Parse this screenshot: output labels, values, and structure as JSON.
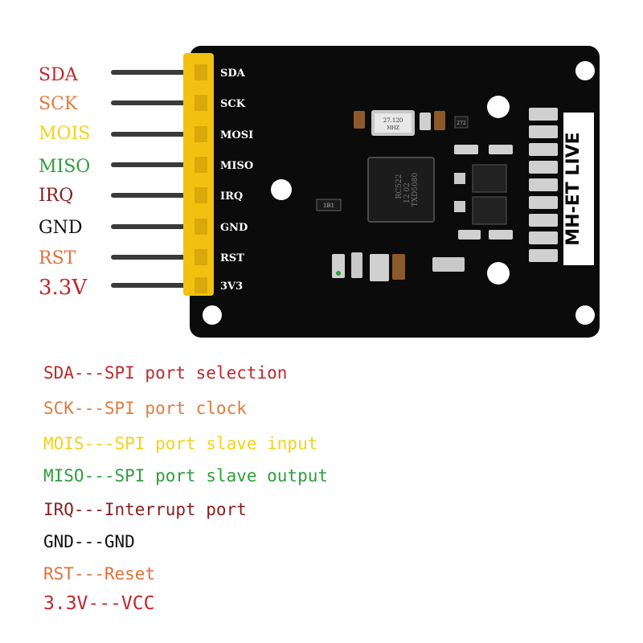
{
  "colors": {
    "sda": "#c0282a",
    "sck": "#e07b3c",
    "mois": "#f2d21a",
    "miso": "#2e9e3a",
    "irq": "#8b1d1d",
    "gnd": "#111111",
    "rst": "#e0703a",
    "v33": "#c0282a",
    "board": "#0b0b0b",
    "header": "#f2c10f",
    "pin": "#3a3a3a"
  },
  "pins": [
    {
      "label": "SDA",
      "board_label": "SDA",
      "color": "sda"
    },
    {
      "label": "SCK",
      "board_label": "SCK",
      "color": "sck"
    },
    {
      "label": "MOIS",
      "board_label": "MOSI",
      "color": "mois"
    },
    {
      "label": "MISO",
      "board_label": "MISO",
      "color": "miso"
    },
    {
      "label": "IRQ",
      "board_label": "IRQ",
      "color": "irq"
    },
    {
      "label": "GND",
      "board_label": "GND",
      "color": "gnd"
    },
    {
      "label": "RST",
      "board_label": "RST",
      "color": "rst"
    },
    {
      "label": "3.3V",
      "board_label": "3V3",
      "color": "v33"
    }
  ],
  "board": {
    "brand": "MH-ET LIVE",
    "crystal_line1": "27.120",
    "crystal_line2": "MHZ",
    "chip_line1": "RC522",
    "chip_line2": "12 02",
    "chip_line3": "TXD5080",
    "resistor_label": "1B1",
    "cap_label": "272"
  },
  "descriptions": [
    {
      "text": "SDA---SPI port selection",
      "color": "sda"
    },
    {
      "text": "SCK---SPI port clock",
      "color": "sck"
    },
    {
      "text": "MOIS---SPI port slave input",
      "color": "mois"
    },
    {
      "text": "MISO---SPI port slave output",
      "color": "miso"
    },
    {
      "text": "IRQ---Interrupt port",
      "color": "irq"
    },
    {
      "text": "GND---GND",
      "color": "gnd"
    },
    {
      "text": "RST---Reset",
      "color": "rst"
    },
    {
      "text": "3.3V---VCC",
      "color": "v33"
    }
  ]
}
